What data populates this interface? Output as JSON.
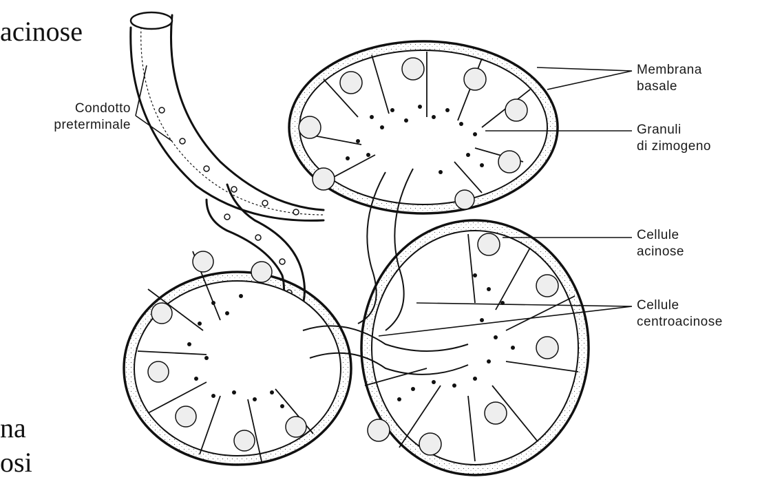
{
  "slide_text": {
    "line1": "acinose",
    "line2": "na",
    "line3": "osi"
  },
  "labels": {
    "condotto": [
      "Condotto",
      "preterminale"
    ],
    "membrana": [
      "Membrana",
      "basale"
    ],
    "granuli": [
      "Granuli",
      "di zimogeno"
    ],
    "cellule_acinose": [
      "Cellule",
      "acinose"
    ],
    "cellule_centro": [
      "Cellule",
      "centroacinose"
    ]
  }
}
